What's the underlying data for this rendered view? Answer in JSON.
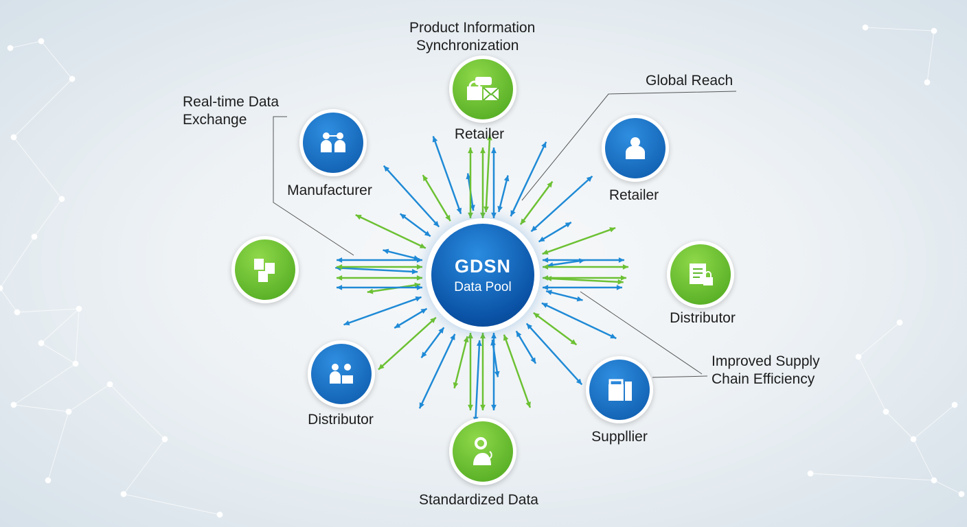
{
  "hub": {
    "title": "GDSN",
    "subtitle": "Data Pool"
  },
  "nodes": {
    "top": {
      "label": "Retailer",
      "icon": "shopping-bag-envelope-icon",
      "color": "green"
    },
    "manufacturer": {
      "label": "Manufacturer",
      "icon": "people-network-icon",
      "color": "blue"
    },
    "retailer_right": {
      "label": "Retailer",
      "icon": "person-icon",
      "color": "blue"
    },
    "left": {
      "label": "",
      "icon": "documents-icon",
      "color": "green"
    },
    "distributor_right": {
      "label": "Distributor",
      "icon": "document-lock-icon",
      "color": "green"
    },
    "distributor_left": {
      "label": "Distributor",
      "icon": "two-people-icon",
      "color": "blue"
    },
    "supplier": {
      "label": "Suppllier",
      "icon": "boxes-icon",
      "color": "blue"
    },
    "bottom": {
      "label": "Standardized Data",
      "icon": "user-data-icon",
      "color": "green"
    }
  },
  "callouts": {
    "sync": "Product Information\nSynchronization",
    "sync_line1": "Product Information",
    "sync_line2": "Synchronization",
    "realtime_line1": "Real-time Data",
    "realtime_line2": "Exchange",
    "global": "Global Reach",
    "efficiency_line1": "Improved Supply",
    "efficiency_line2": "Chain Efficiency"
  },
  "colors": {
    "blue": "#0b57a8",
    "green": "#5cb82a",
    "arrow_blue": "#1f8ad6",
    "arrow_green": "#6cc133"
  }
}
